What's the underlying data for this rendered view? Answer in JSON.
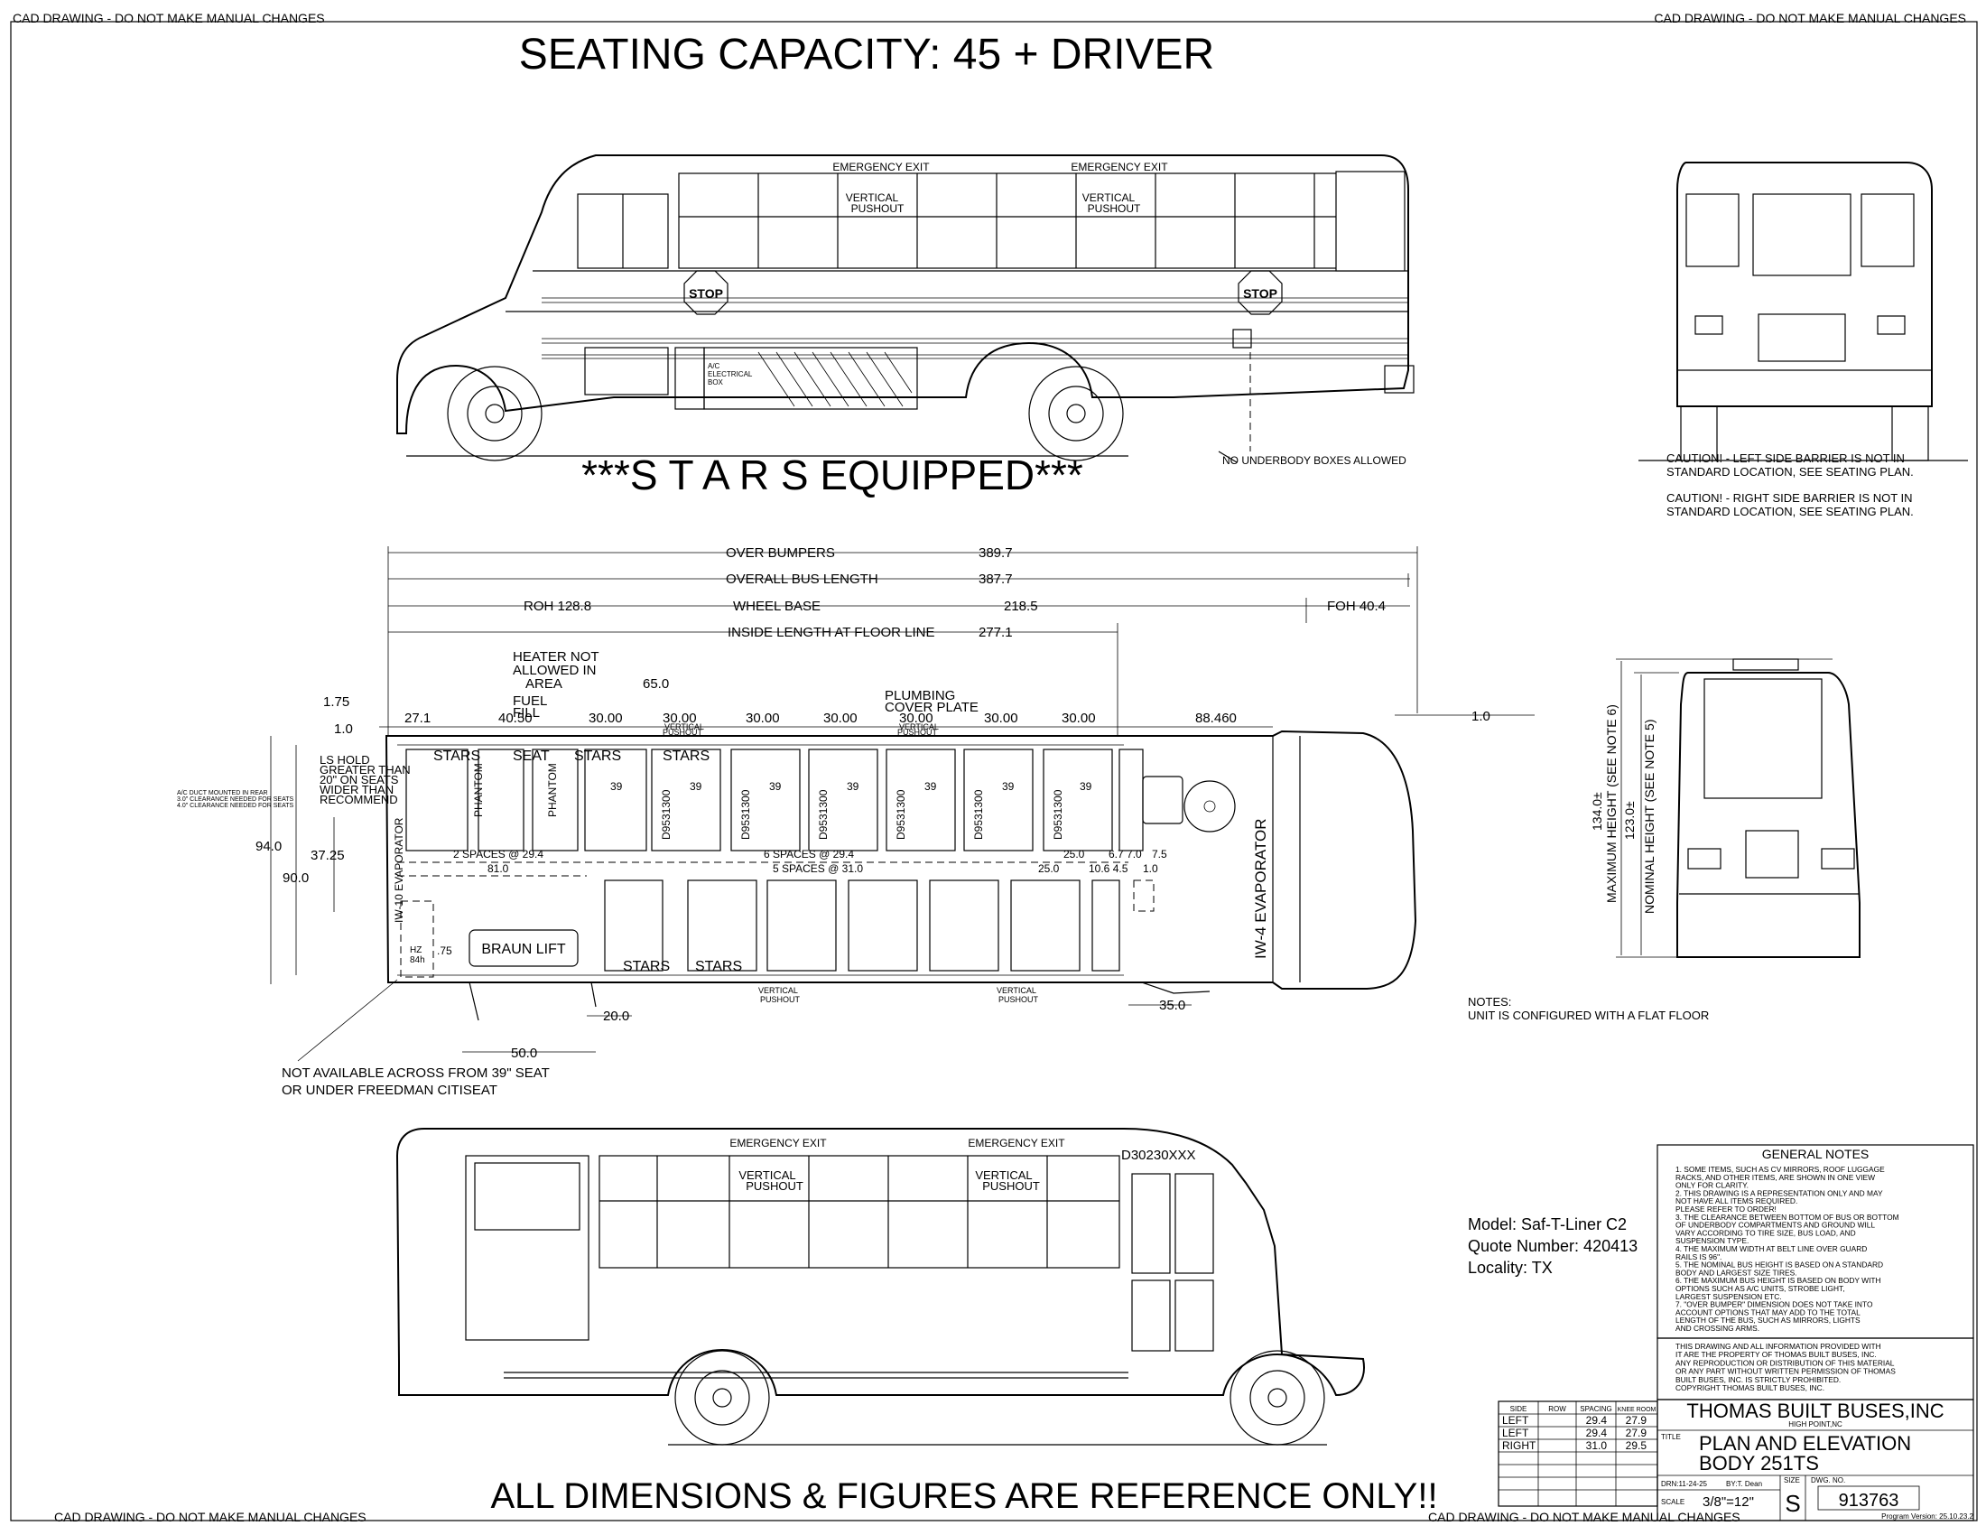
{
  "banner": "CAD DRAWING - DO NOT MAKE MANUAL CHANGES",
  "title": "SEATING CAPACITY: 45 + DRIVER",
  "stars": "***S T A R S   EQUIPPED***",
  "footer": "ALL DIMENSIONS & FIGURES ARE REFERENCE ONLY!!",
  "side_view": {
    "emergency_exit": "EMERGENCY EXIT",
    "vertical": "VERTICAL",
    "pushout": "PUSHOUT",
    "stop": "STOP",
    "ac_box": [
      "A/C",
      "ELECTRICAL",
      "BOX"
    ],
    "no_underbody": "NO UNDERBODY BOXES ALLOWED"
  },
  "rear_view": {
    "caution_left": [
      "CAUTION! - LEFT SIDE BARRIER IS NOT IN",
      "STANDARD LOCATION, SEE SEATING PLAN."
    ],
    "caution_right": [
      "CAUTION! - RIGHT SIDE BARRIER IS NOT IN",
      "STANDARD LOCATION, SEE SEATING PLAN."
    ]
  },
  "dims": {
    "over_bumpers": "OVER BUMPERS",
    "over_bumpers_val": "389.7",
    "overall": "OVERALL BUS LENGTH",
    "overall_val": "387.7",
    "roh": "ROH  128.8",
    "wheel_base": "WHEEL BASE",
    "wheel_base_val": "218.5",
    "foh": "FOH  40.4",
    "inside": "INSIDE LENGTH AT FLOOR LINE",
    "inside_val": "277.1",
    "heater": [
      "HEATER NOT",
      "ALLOWED IN",
      "AREA"
    ],
    "fuel": [
      "FUEL",
      "FILL"
    ],
    "d65": "65.0",
    "d175": "1.75",
    "d10": "1.0",
    "d271": "27.1",
    "d4050": "40.50",
    "d30": "30.00",
    "plumbing": [
      "PLUMBING",
      "COVER PLATE"
    ],
    "d88": "88.460",
    "d10r": "1.0",
    "d94": "94.0",
    "d90": "90.0",
    "d3725": "37.25",
    "d20": "20.0",
    "d50": "50.0",
    "d35": "35.0",
    "d75": ".75",
    "max_height": "MAXIMUM HEIGHT (SEE NOTE 6)",
    "max_height_val": "134.0±",
    "nom_height": "NOMINAL HEIGHT (SEE NOTE 5)",
    "nom_height_val": "123.0±",
    "spaces_a": "2 SPACES @ 29.4",
    "spaces_b": "6 SPACES @ 29.4",
    "spaces_c": "5 SPACES @ 31.0",
    "d81": "81.0",
    "d250": "25.0",
    "d250b": "25.0",
    "d677": "6.7 7.0",
    "d75b": "7.5",
    "d1064": "10.6 4.5",
    "d10b": "1.0"
  },
  "plan": {
    "stars": "STARS",
    "seat": "SEAT",
    "phantom": "PHANTOM",
    "braun_lift": "BRAUN LIFT",
    "evap": "IW-4 EVAPORATOR",
    "rear_evap": "IW-10 EVAPORATOR",
    "ls_hold": [
      "LS HOLD",
      "GREATER THAN",
      "20\" ON SEATS",
      "WIDER THAN",
      "RECOMMEND"
    ],
    "ac_duct": [
      "A/C DUCT MOUNTED IN REAR",
      "3.0\" CLEARANCE NEEDED FOR SEATS",
      "4.0\" CLEARANCE NEEDED FOR SEATS"
    ],
    "seat_code": "D9531300",
    "seat_39": "39",
    "hz": [
      "HZ",
      "84h"
    ],
    "vertical_pushout": [
      "VERTICAL",
      "PUSHOUT"
    ],
    "not_available": [
      "NOT AVAILABLE ACROSS FROM 39\" SEAT",
      "OR UNDER FREEDMAN CITISEAT"
    ]
  },
  "notes": [
    "NOTES:",
    "UNIT IS CONFIGURED WITH A FLAT FLOOR"
  ],
  "model": {
    "model": "Model: Saf-T-Liner C2",
    "quote": "Quote Number: 420413",
    "locality": "Locality: TX"
  },
  "left_view": {
    "code": "D30230XXX"
  },
  "general_notes": {
    "title": "GENERAL NOTES",
    "lines": [
      "1. SOME ITEMS, SUCH AS CV MIRRORS, ROOF LUGGAGE",
      "RACKS, AND OTHER ITEMS, ARE SHOWN IN ONE VIEW",
      "ONLY FOR CLARITY.",
      "2. THIS DRAWING IS A REPRESENTATION ONLY AND MAY",
      "NOT HAVE ALL ITEMS REQUIRED.",
      "PLEASE REFER TO ORDER!",
      "3. THE CLEARANCE BETWEEN BOTTOM OF BUS OR BOTTOM",
      "OF UNDERBODY COMPARTMENTS AND GROUND WILL",
      "VARY ACCORDING TO TIRE SIZE, BUS LOAD, AND",
      "SUSPENSION TYPE.",
      "4. THE MAXIMUM WIDTH AT BELT LINE OVER GUARD",
      "RAILS IS 96\".",
      "5. THE NOMINAL BUS HEIGHT IS BASED ON A STANDARD",
      "BODY AND LARGEST SIZE TIRES.",
      "6. THE MAXIMUM BUS HEIGHT IS BASED ON BODY WITH",
      "OPTIONS SUCH AS A/C UNITS, STROBE LIGHT,",
      "LARGEST SUSPENSION ETC.",
      "7. \"OVER BUMPER\" DIMENSION DOES NOT TAKE INTO",
      "ACCOUNT OPTIONS THAT MAY ADD TO THE TOTAL",
      "LENGTH OF THE BUS, SUCH AS MIRRORS, LIGHTS",
      "AND CROSSING ARMS."
    ],
    "copyright": [
      "THIS DRAWING AND ALL INFORMATION PROVIDED WITH",
      "IT ARE THE PROPERTY OF THOMAS BUILT BUSES, INC.",
      "ANY REPRODUCTION OR DISTRIBUTION OF THIS MATERIAL",
      "OR ANY PART WITHOUT WRITTEN PERMISSION OF THOMAS",
      "BUILT BUSES, INC. IS STRICTLY PROHIBITED.",
      "COPYRIGHT THOMAS BUILT BUSES, INC."
    ]
  },
  "spacing_table": {
    "headers": [
      "SIDE",
      "ROW",
      "SPACING",
      "KNEE ROOM"
    ],
    "rows": [
      [
        "LEFT",
        "",
        "29.4",
        "27.9"
      ],
      [
        "LEFT",
        "",
        "29.4",
        "27.9"
      ],
      [
        "RIGHT",
        "",
        "31.0",
        "29.5"
      ]
    ]
  },
  "title_block": {
    "company": "THOMAS BUILT BUSES,INC",
    "location": "HIGH POINT,NC",
    "title_label": "TITLE",
    "title1": "PLAN AND ELEVATION",
    "title2": "BODY 251TS",
    "drn": "DRN:11-24-25",
    "by": "BY:T. Dean",
    "size_label": "SIZE",
    "size": "S",
    "dwg_label": "DWG. NO.",
    "dwg": "913763",
    "scale_label": "SCALE",
    "scale": "3/8\"=12\"",
    "program": "Program Version: 25.10.23.2"
  }
}
